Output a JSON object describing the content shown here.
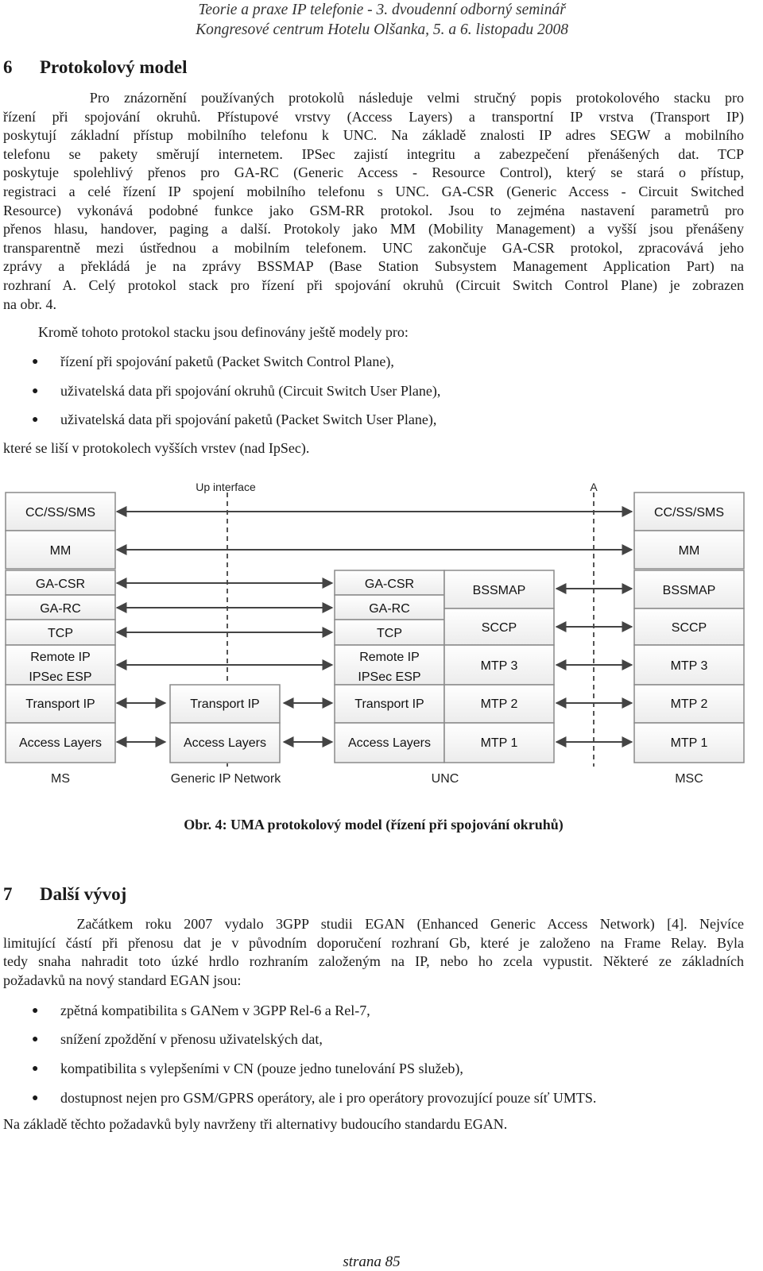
{
  "header": {
    "line1": "Teorie a praxe IP telefonie - 3. dvoudenní odborný seminář",
    "line2": "Kongresové centrum Hotelu Olšanka, 5. a 6. listopadu 2008"
  },
  "section6": {
    "number": "6",
    "title": "Protokolový model",
    "para1_lines": [
      "      Pro znázornění používaných protokolů následuje velmi stručný popis protokolového stacku pro",
      "řízení při spojování okruhů. Přístupové vrstvy (Access Layers) a transportní IP vrstva (Transport IP)",
      "poskytují základní přístup mobilního telefonu k UNC. Na základě znalosti IP adres SEGW a mobilního",
      "telefonu se pakety směrují internetem. IPSec zajistí integritu a zabezpečení přenášených dat. TCP",
      "poskytuje spolehlivý přenos pro GA-RC (Generic Access - Resource Control), který se stará o přístup,",
      "registraci a celé řízení IP spojení mobilního telefonu s UNC. GA-CSR (Generic Access - Circuit Switched",
      "Resource) vykonává podobné funkce jako GSM-RR protokol. Jsou to zejména nastavení parametrů pro",
      "přenos hlasu, handover, paging a další. Protokoly jako MM (Mobility Management) a vyšší jsou přenášeny",
      "transparentně mezi ústřednou a mobilním telefonem. UNC zakončuje GA-CSR protokol, zpracovává jeho",
      "zprávy a překládá je na zprávy BSSMAP (Base Station Subsystem Management Application Part) na",
      "rozhraní A. Celý protokol stack pro řízení při spojování okruhů (Circuit Switch Control Plane) je zobrazen",
      "na obr. 4."
    ],
    "intro2": "Kromě tohoto protokol stacku jsou definovány ještě modely pro:",
    "bullets": [
      "řízení při spojování paketů (Packet Switch Control Plane),",
      "uživatelská data při spojování okruhů (Circuit Switch User Plane),",
      "uživatelská data při spojování paketů (Packet Switch User Plane),"
    ],
    "outro": "které se liší v protokolech vyšších vrstev (nad IpSec)."
  },
  "diagram": {
    "top_labels": {
      "up": "Up interface",
      "a": "A"
    },
    "ms": [
      "CC/SS/SMS",
      "MM",
      "GA-CSR",
      "GA-RC",
      "TCP",
      "Remote IP",
      "IPSec ESP",
      "Transport IP",
      "Access Layers"
    ],
    "gen": [
      "Transport IP",
      "Access Layers"
    ],
    "unc_left": [
      "GA-CSR",
      "GA-RC",
      "TCP",
      "Remote IP",
      "IPSec ESP",
      "Transport IP",
      "Access Layers"
    ],
    "unc_right": [
      "BSSMAP",
      "SCCP",
      "MTP 3",
      "MTP 2",
      "MTP 1"
    ],
    "msc": [
      "CC/SS/SMS",
      "MM",
      "BSSMAP",
      "SCCP",
      "MTP 3",
      "MTP 2",
      "MTP 1"
    ],
    "bottom_labels": {
      "ms": "MS",
      "gen": "Generic IP Network",
      "unc": "UNC",
      "msc": "MSC"
    },
    "caption": "Obr. 4: UMA protokolový model (řízení při spojování okruhů)"
  },
  "section7": {
    "number": "7",
    "title": "Další vývoj",
    "para_lines": [
      "      Začátkem roku 2007 vydalo 3GPP studii EGAN (Enhanced Generic Access Network) [4]. Nejvíce",
      "limitující částí při přenosu dat je v původním doporučení rozhraní Gb, které je založeno na Frame Relay. Byla",
      "tedy snaha nahradit toto úzké hrdlo rozhraním založeným na IP, nebo ho zcela vypustit. Některé ze základních",
      "požadavků na nový standard EGAN jsou:"
    ],
    "bullets": [
      "zpětná kompatibilita s GANem v 3GPP Rel-6 a Rel-7,",
      "snížení zpoždění v přenosu uživatelských dat,",
      "kompatibilita s vylepšeními v CN (pouze jedno tunelování PS služeb),",
      "dostupnost nejen pro GSM/GPRS operátory, ale i pro operátory provozující pouze síť UMTS."
    ],
    "outro": "Na základě těchto požadavků byly navrženy tři alternativy budoucího standardu EGAN."
  },
  "footer": {
    "page": "strana 85"
  }
}
